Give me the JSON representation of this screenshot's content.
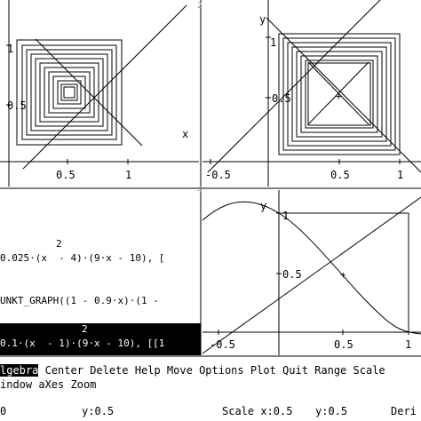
{
  "plot_top_left": {
    "x_ticks": [
      "0.5",
      "1"
    ],
    "y_ticks": [
      "1",
      "0.5"
    ],
    "axis_label_x": "x"
  },
  "plot_top_right": {
    "x_ticks": [
      "-0.5",
      "0.5",
      "1"
    ],
    "y_ticks": [
      "1",
      "0.5"
    ],
    "axis_label_y": "y"
  },
  "plot_bottom_right": {
    "x_ticks": [
      "-0.5",
      "0.5",
      "1"
    ],
    "y_ticks": [
      "1",
      "0.5"
    ],
    "axis_label_y": "y"
  },
  "window_markers": {
    "top": "2",
    "middle": "4"
  },
  "algebra": {
    "expr1_exponent": "2",
    "expr1_text": "0.025·(x  - 4)·(9·x - 10), [",
    "expr2_text": "UNKT_GRAPH((1 - 0.9·x)·(1 -",
    "expr3_exponent": "2",
    "expr3_text": "0.1·(x  - 1)·(9·x - 10), [[1"
  },
  "menu": {
    "row1": [
      {
        "label": "lgebra",
        "selected": true
      },
      {
        "label": "Center"
      },
      {
        "label": "Delete"
      },
      {
        "label": "Help"
      },
      {
        "label": "Move"
      },
      {
        "label": "Options"
      },
      {
        "label": "Plot"
      },
      {
        "label": "Quit"
      },
      {
        "label": "Range"
      },
      {
        "label": "Scale"
      }
    ],
    "row2": [
      {
        "label": "indow"
      },
      {
        "label": "aXes"
      },
      {
        "label": "Zoom"
      }
    ]
  },
  "status": {
    "left": "0",
    "y": "y:0.5",
    "scale_x": "Scale x:0.5",
    "scale_y": "y:0.5",
    "mode": "Deri"
  }
}
